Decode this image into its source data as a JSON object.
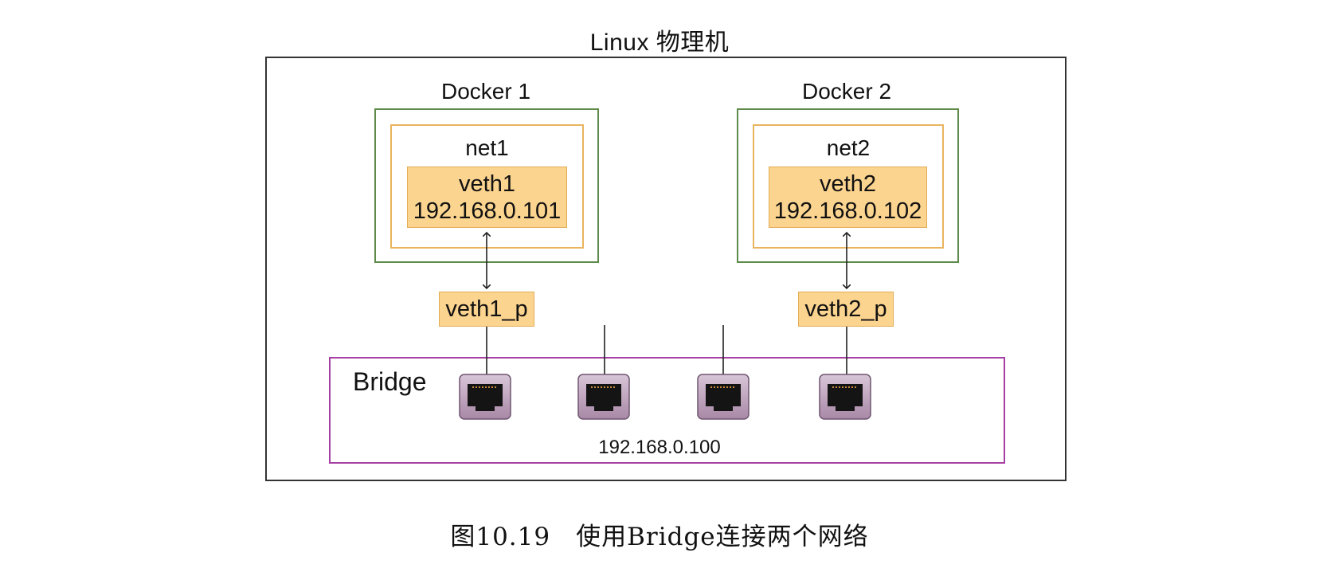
{
  "title": "Linux 物理机",
  "docker1": {
    "label": "Docker 1",
    "net": "net1",
    "veth_name": "veth1",
    "veth_ip": "192.168.0.101",
    "pair": "veth1_p"
  },
  "docker2": {
    "label": "Docker 2",
    "net": "net2",
    "veth_name": "veth2",
    "veth_ip": "192.168.0.102",
    "pair": "veth2_p"
  },
  "bridge": {
    "label": "Bridge",
    "ip": "192.168.0.100",
    "port_count": 4
  },
  "caption": "图10.19　使用Bridge连接两个网络",
  "colors": {
    "docker_border": "#5e8a4a",
    "net_border": "#e9b45e",
    "veth_fill": "#fbd48f",
    "bridge_border": "#a63fa3",
    "port_frame": "#b28fb0",
    "host_border": "#333333"
  }
}
